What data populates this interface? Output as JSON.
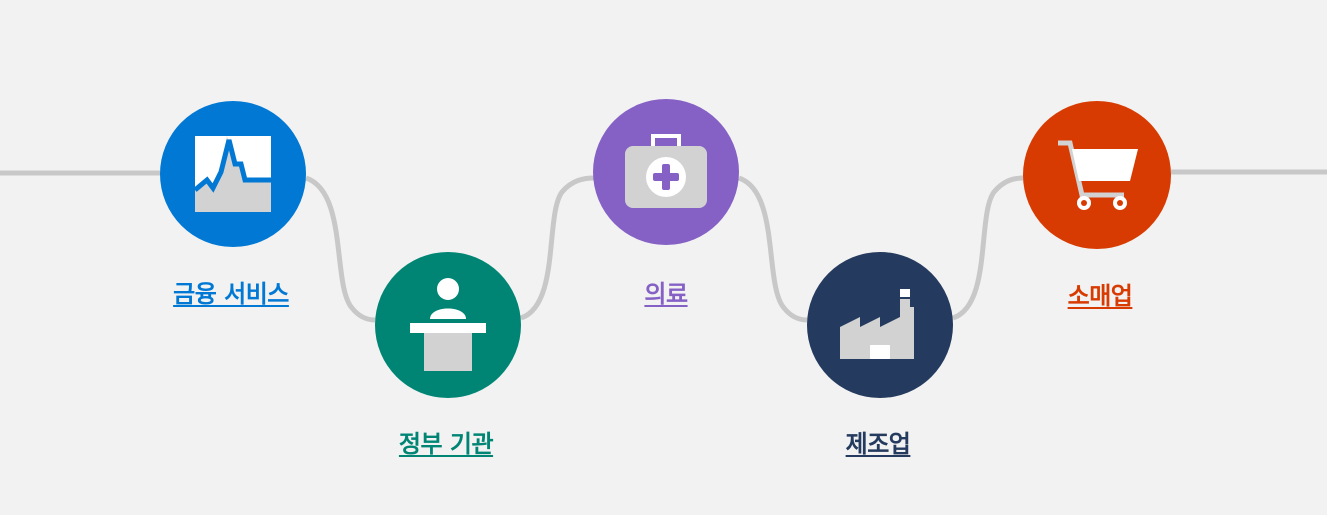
{
  "industries": [
    {
      "key": "finance",
      "label": "금융 서비스",
      "color": "#0078d4",
      "icon": "stock-chart-icon"
    },
    {
      "key": "government",
      "label": "정부 기관",
      "color": "#008575",
      "icon": "podium-speaker-icon"
    },
    {
      "key": "healthcare",
      "label": "의료",
      "color": "#8661c5",
      "icon": "medical-kit-icon"
    },
    {
      "key": "manufacturing",
      "label": "제조업",
      "color": "#243a5e",
      "icon": "factory-icon"
    },
    {
      "key": "retail",
      "label": "소매업",
      "color": "#d83b01",
      "icon": "shopping-cart-icon"
    }
  ],
  "colors": {
    "background": "#f2f2f2",
    "connector": "#c8c8c8",
    "icon_light": "#ffffff",
    "icon_gray": "#d2d2d2"
  }
}
